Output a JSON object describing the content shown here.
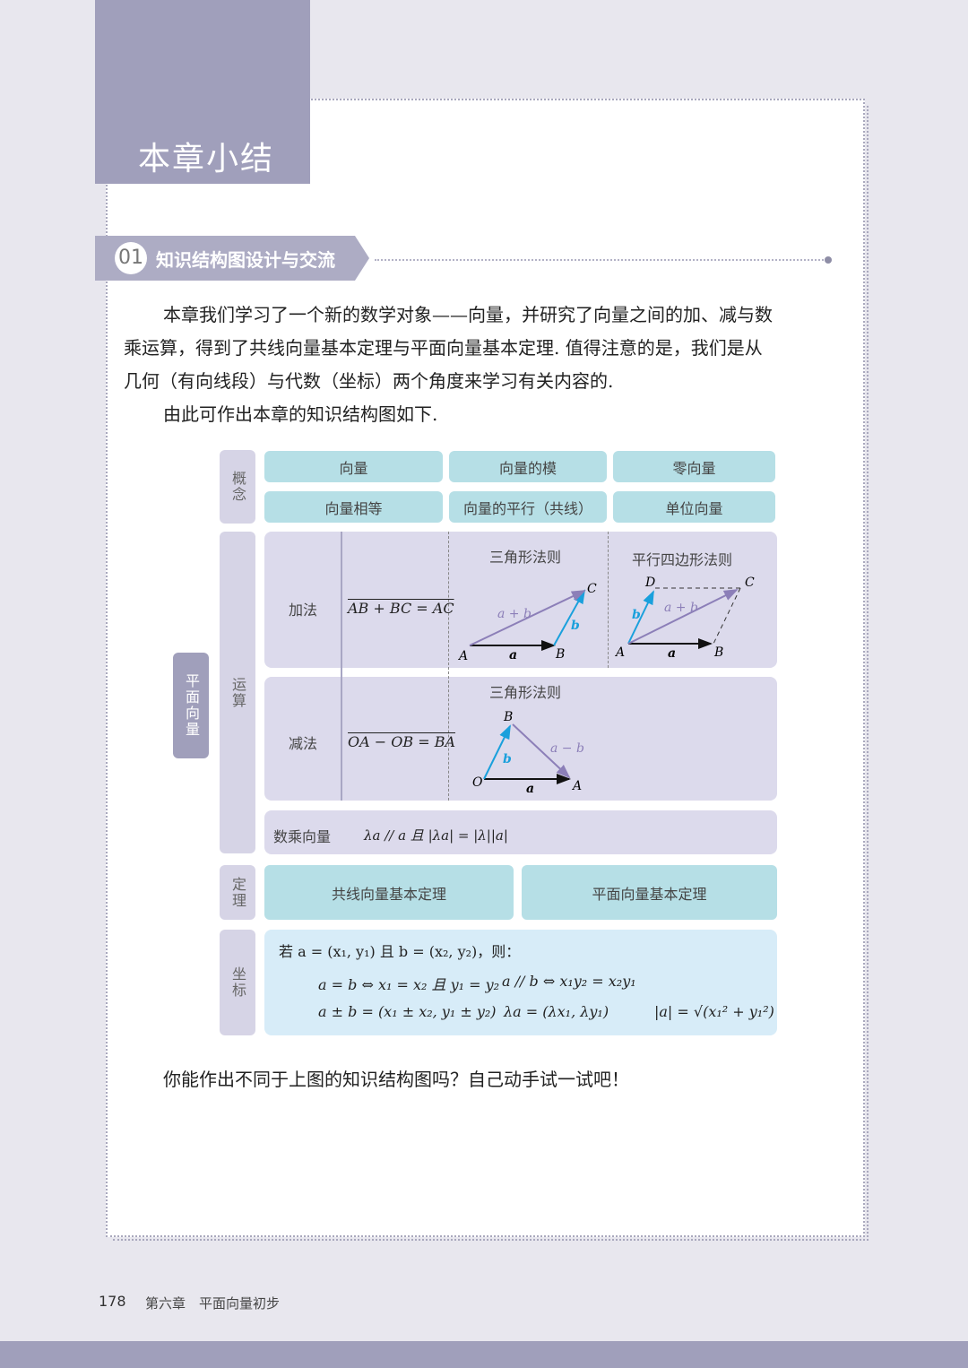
{
  "header": {
    "chapter_summary": "本章小结",
    "section_number": "01",
    "section_title": "知识结构图设计与交流"
  },
  "body": {
    "para1_line1": "本章我们学习了一个新的数学对象——向量，并研究了向量之间的加、减与数",
    "para1_line2": "乘运算，得到了共线向量基本定理与平面向量基本定理. 值得注意的是，我们是从",
    "para1_line3": "几何（有向线段）与代数（坐标）两个角度来学习有关内容的.",
    "para2": "由此可作出本章的知识结构图如下.",
    "question": "你能作出不同于上图的知识结构图吗？自己动手试一试吧！"
  },
  "diagram": {
    "root": "平面向量",
    "cats": {
      "concept": "概念",
      "operation": "运算",
      "theorem": "定理",
      "coordinate": "坐标"
    },
    "concepts": [
      "向量",
      "向量的模",
      "零向量",
      "向量相等",
      "向量的平行（共线）",
      "单位向量"
    ],
    "addition": {
      "label": "加法",
      "formula": "AB + BC = AC",
      "triangle_rule": "三角形法则",
      "parallelogram_rule": "平行四边形法则",
      "tri": {
        "A": "A",
        "B": "B",
        "C": "C",
        "a": "a",
        "b": "b",
        "sum": "a + b"
      },
      "para": {
        "A": "A",
        "B": "B",
        "C": "C",
        "D": "D",
        "a": "a",
        "b": "b",
        "sum": "a + b"
      }
    },
    "subtraction": {
      "label": "减法",
      "formula": "OA − OB = BA",
      "triangle_rule": "三角形法则",
      "O": "O",
      "A": "A",
      "B": "B",
      "a": "a",
      "b": "b",
      "diff": "a − b"
    },
    "scalar": {
      "label": "数乘向量",
      "formula": "λa // a 且 |λa| = |λ||a|"
    },
    "theorems": [
      "共线向量基本定理",
      "平面向量基本定理"
    ],
    "coordinates": {
      "line1": "若 a = (x₁, y₁) 且 b = (x₂, y₂)，则：",
      "eq": "a = b ⇔ x₁ = x₂ 且 y₁ = y₂",
      "parallel": "a // b ⇔ x₁y₂ = x₂y₁",
      "addsub": "a ± b = (x₁ ± x₂, y₁ ± y₂)",
      "scalar": "λa = (λx₁, λy₁)",
      "modulus": "|a| = √(x₁² + y₁²)"
    }
  },
  "footer": {
    "page": "178",
    "chapter": "第六章　平面向量初步"
  },
  "colors": {
    "accent": "#a09fbb",
    "teal": "#b6dfe6",
    "lavender": "#dcdaec",
    "blue_vector": "#1aa0dc",
    "purple_vector": "#8c7fb8"
  }
}
